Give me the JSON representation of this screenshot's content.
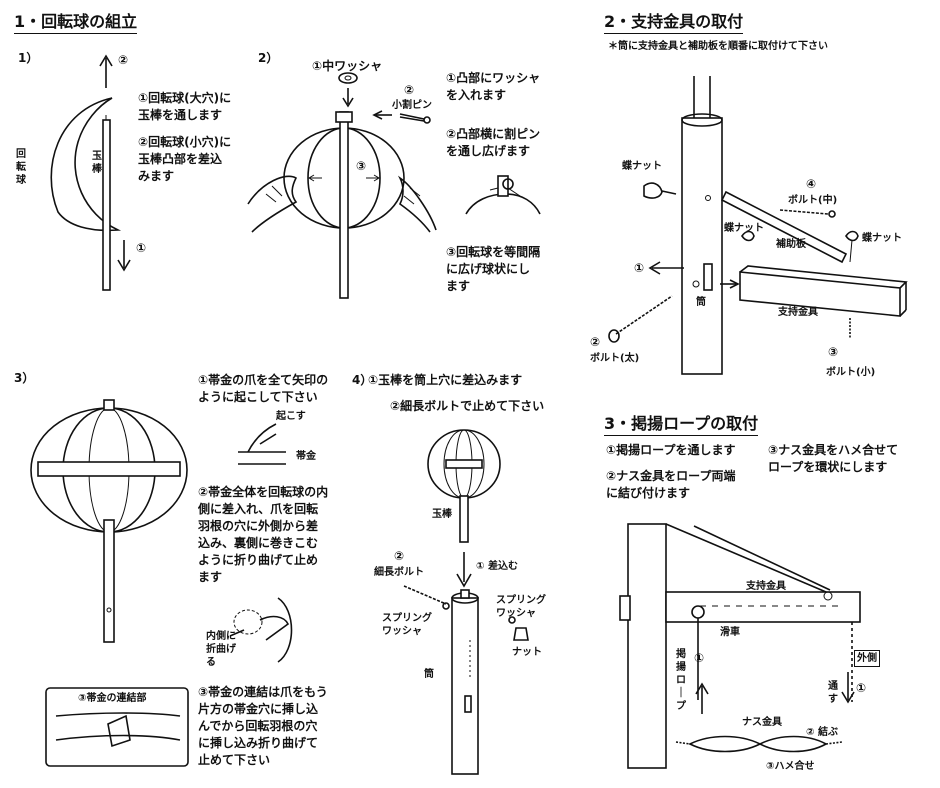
{
  "sections": {
    "s1": {
      "heading": "1・回転球の組立",
      "step1": {
        "num": "1）",
        "note1": "①回転球(大穴)に\n玉棒を通します",
        "note2": "②回転球(小穴)に\n玉棒凸部を差込\nみます",
        "label_sphere": "回\n転\n球",
        "label_rod": "玉\n棒",
        "arrow_up": "②",
        "arrow_down": "①"
      },
      "step2": {
        "num": "2）",
        "label_washer": "①中ワッシャ",
        "label_pin_num": "②",
        "label_pin": "小割ピン",
        "circle3": "③",
        "note1": "①凸部にワッシャ\nを入れます",
        "note2": "②凸部横に割ピン\nを通し広げます",
        "note3": "③回転球を等間隔\nに広げ球状にし\nます"
      },
      "step3": {
        "num": "3）",
        "note1": "①帯金の爪を全て矢印の\nように起こして下さい",
        "label_okosu": "起こす",
        "label_obigane": "帯金",
        "note2": "②帯金全体を回転球の内\n側に差入れ、爪を回転\n羽根の穴に外側から差\n込み、裏側に巻きこむ\nように折り曲げて止め\nます",
        "label_fold": "内側に\n折曲げ\nる",
        "label_join": "③帯金の連結部",
        "note3": "③帯金の連結は爪をもう\n片方の帯金穴に挿し込\nんでから回転羽根の穴\nに挿し込み折り曲げて\n止めて下さい"
      },
      "step4": {
        "num": "4）",
        "note1": "①玉棒を筒上穴に差込みます",
        "note2": "②細長ボルトで止めて下さい",
        "label_rod": "玉棒",
        "label_insert": "① 差込む",
        "label_bolt_num": "②",
        "label_bolt": "細長ボルト",
        "label_sw_left": "スプリング\nワッシャ",
        "label_sw_right": "スプリング\nワッシャ",
        "label_nut": "ナット",
        "label_tube": "筒"
      }
    },
    "s2": {
      "heading": "2・支持金具の取付",
      "note": "＊筒に支持金具と補助板を順番に取付けて下さい",
      "label_wingnut1": "蝶ナット",
      "label_bolt_mid_num": "④",
      "label_bolt_mid": "ボルト(中)",
      "label_wingnut2": "蝶ナット",
      "label_hojoban": "補助板",
      "label_wingnut3": "蝶ナット",
      "label_arrow1": "①",
      "label_tube": "筒",
      "label_bracket": "支持金具",
      "label_bolt_thick_num": "②",
      "label_bolt_thick": "ボルト(太)",
      "label_bolt_small_num": "③",
      "label_bolt_small": "ボルト(小)"
    },
    "s3": {
      "heading": "3・掲揚ロープの取付",
      "note1": "①掲揚ロープを通します",
      "note2": "②ナス金具をロープ両端\nに結び付けます",
      "note3": "③ナス金具をハメ合せて\nロープを環状にします",
      "label_bracket": "支持金具",
      "label_pulley": "滑車",
      "label_outside": "外側",
      "label_rope": "掲\n揚\nロ\n｜\nプ",
      "label_rope_num": "①",
      "label_through": "通\nす",
      "label_through_num": "①",
      "label_nasu": "ナス金具",
      "label_tie": "② 結ぶ",
      "label_fit": "③ハメ合せ"
    }
  },
  "colors": {
    "ink": "#111111",
    "paper": "#ffffff"
  }
}
